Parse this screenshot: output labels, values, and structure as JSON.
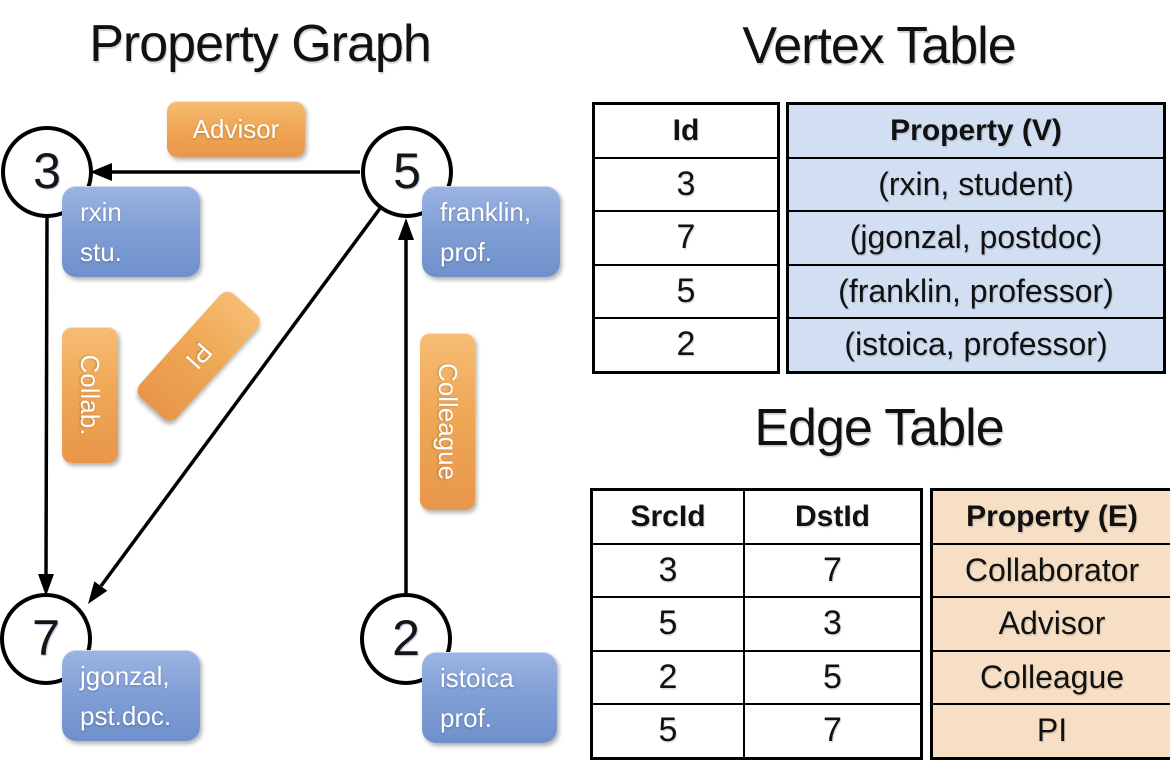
{
  "graph": {
    "title": "Property Graph",
    "nodes": [
      {
        "id": "3",
        "line1": "rxin",
        "line2": "stu."
      },
      {
        "id": "5",
        "line1": "franklin,",
        "line2": "prof."
      },
      {
        "id": "7",
        "line1": "jgonzal,",
        "line2": "pst.doc."
      },
      {
        "id": "2",
        "line1": "istoica",
        "line2": "prof."
      }
    ],
    "edges": [
      {
        "from": "5",
        "to": "3",
        "label": "Advisor"
      },
      {
        "from": "3",
        "to": "7",
        "label": "Collab."
      },
      {
        "from": "5",
        "to": "7",
        "label": "PI"
      },
      {
        "from": "2",
        "to": "5",
        "label": "Colleague"
      }
    ]
  },
  "vertex_table": {
    "title": "Vertex Table",
    "columns": {
      "id": "Id",
      "property": "Property (V)"
    },
    "rows": [
      {
        "id": "3",
        "property": "(rxin, student)"
      },
      {
        "id": "7",
        "property": "(jgonzal, postdoc)"
      },
      {
        "id": "5",
        "property": "(franklin, professor)"
      },
      {
        "id": "2",
        "property": "(istoica, professor)"
      }
    ]
  },
  "edge_table": {
    "title": "Edge Table",
    "columns": {
      "src": "SrcId",
      "dst": "DstId",
      "property": "Property (E)"
    },
    "rows": [
      {
        "src": "3",
        "dst": "7",
        "property": "Collaborator"
      },
      {
        "src": "5",
        "dst": "3",
        "property": "Advisor"
      },
      {
        "src": "2",
        "dst": "5",
        "property": "Colleague"
      },
      {
        "src": "5",
        "dst": "7",
        "property": "PI"
      }
    ]
  },
  "colors": {
    "vertex_cell_fill": "#d2dff2",
    "edge_cell_fill": "#f6dfc4",
    "orange_label": "#eda455",
    "blue_label": "#7f9dd4",
    "line_black": "#000000"
  }
}
